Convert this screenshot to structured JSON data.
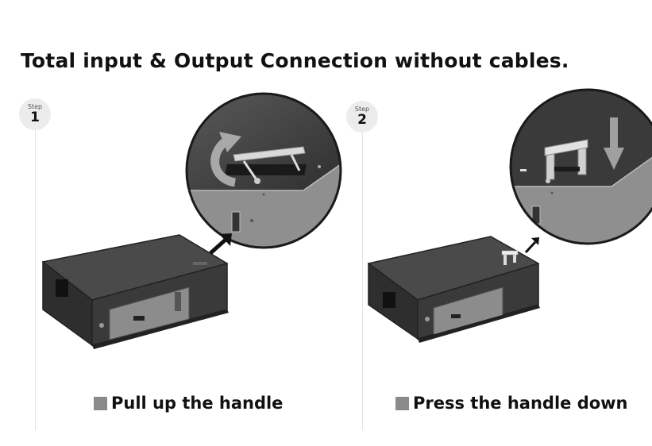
{
  "title": "Total input & Output Connection without cables.",
  "steps": [
    {
      "label": "Step",
      "number": "1",
      "caption": "Pull up the handle"
    },
    {
      "label": "Step",
      "number": "2",
      "caption": "Press the handle down"
    }
  ],
  "icons": [
    "curved-arrow-icon",
    "pointer-arrow-icon",
    "down-arrow-icon"
  ],
  "colors": {
    "device": "#3a3a3a",
    "caption_square": "#8a8a8a",
    "badge": "#ececec"
  }
}
